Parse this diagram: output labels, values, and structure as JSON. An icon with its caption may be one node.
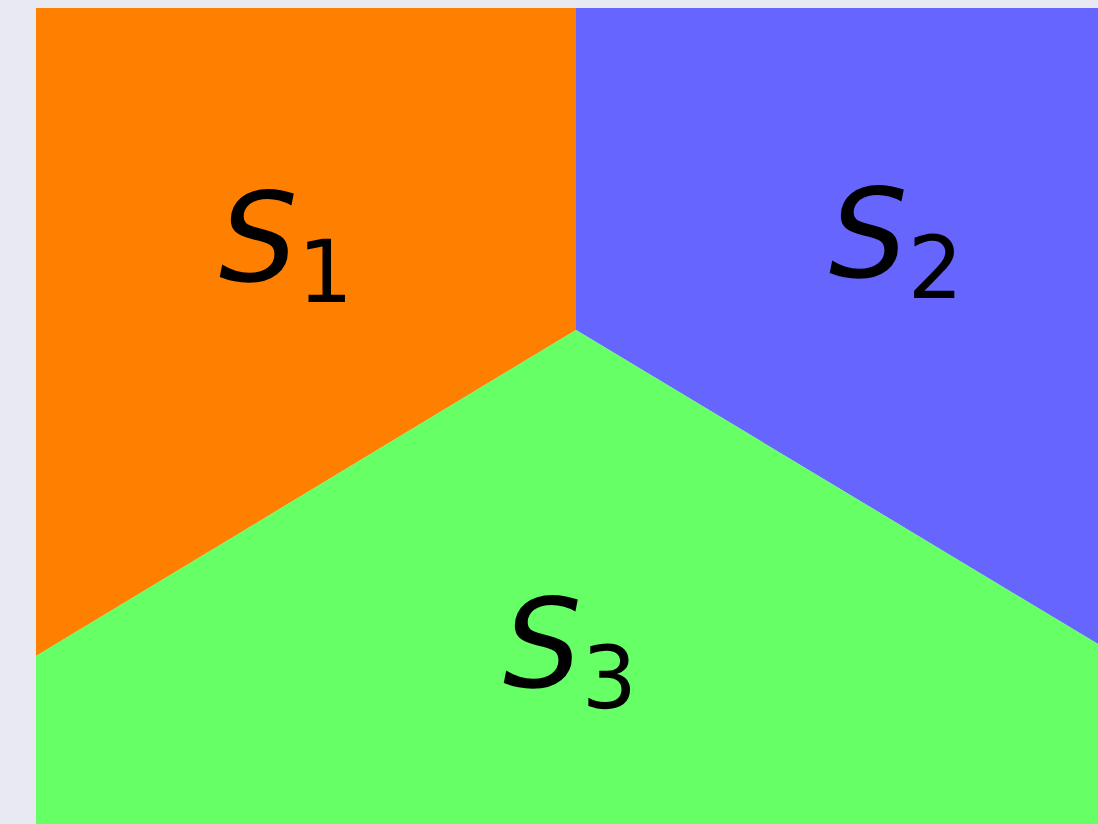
{
  "diagram": {
    "nodes": [
      {
        "text": [
          "S$_{1}$"
        ]
      },
      {
        "text": [
          "S$_{2}$"
        ]
      },
      {
        "text": [
          "S$_{3}$"
        ]
      }
    ]
  }
}
